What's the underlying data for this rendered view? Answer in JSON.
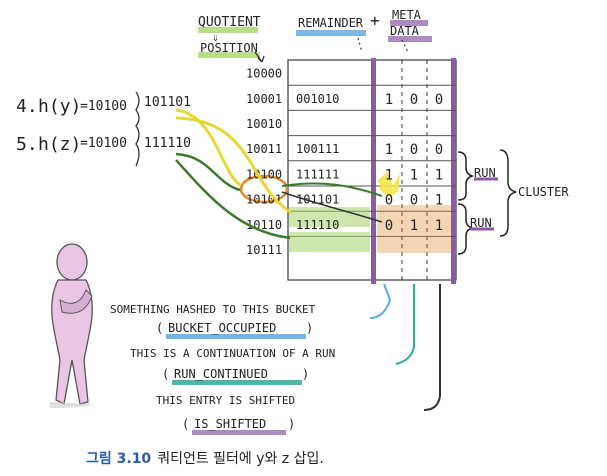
{
  "headers": {
    "quotient": "QUOTIENT",
    "position": "POSITION",
    "remainder": "REMAINDER",
    "plus": "+",
    "meta": "META",
    "data": "DATA"
  },
  "hashes": [
    {
      "step": "4.",
      "expr": "h(y)",
      "eq": "=10100",
      "bits": "101101"
    },
    {
      "step": "5.",
      "expr": "h(z)",
      "eq": "=10100",
      "bits": "111110"
    }
  ],
  "rows": [
    {
      "q": "10000",
      "r": "",
      "m": [
        "",
        "",
        ""
      ]
    },
    {
      "q": "10001",
      "r": "001010",
      "m": [
        "1",
        "0",
        "0"
      ]
    },
    {
      "q": "10010",
      "r": "",
      "m": [
        "",
        "",
        ""
      ]
    },
    {
      "q": "10011",
      "r": "100111",
      "m": [
        "1",
        "0",
        "0"
      ]
    },
    {
      "q": "10100",
      "r": "111111",
      "m": [
        "1",
        "1",
        "1"
      ]
    },
    {
      "q": "10101",
      "r": "101101",
      "m": [
        "0",
        "0",
        "1"
      ]
    },
    {
      "q": "10110",
      "r": "111110",
      "m": [
        "0",
        "1",
        "1"
      ]
    },
    {
      "q": "10111",
      "r": "",
      "m": [
        "",
        "",
        ""
      ]
    }
  ],
  "brackets": {
    "run1": "RUN",
    "run2": "RUN",
    "cluster": "CLUSTER"
  },
  "notes": [
    {
      "text": "SOMETHING HASHED TO THIS BUCKET",
      "flag": "BUCKET_OCCUPIED"
    },
    {
      "text": "THIS IS A CONTINUATION OF A RUN",
      "flag": "RUN_CONTINUED"
    },
    {
      "text": "THIS ENTRY IS SHIFTED",
      "flag": "IS_SHIFTED"
    }
  ],
  "caption": {
    "label": "그림 3.10",
    "text": "쿼티언트 필터에 y와 z 삽입."
  },
  "colors": {
    "yellow": "#f2e64a",
    "green": "#3c7a2a",
    "orange": "#e08a2a",
    "blue": "#5aa9e0",
    "teal": "#2fa89a",
    "purple": "#8a5aa8",
    "lime": "#a6d46a"
  }
}
